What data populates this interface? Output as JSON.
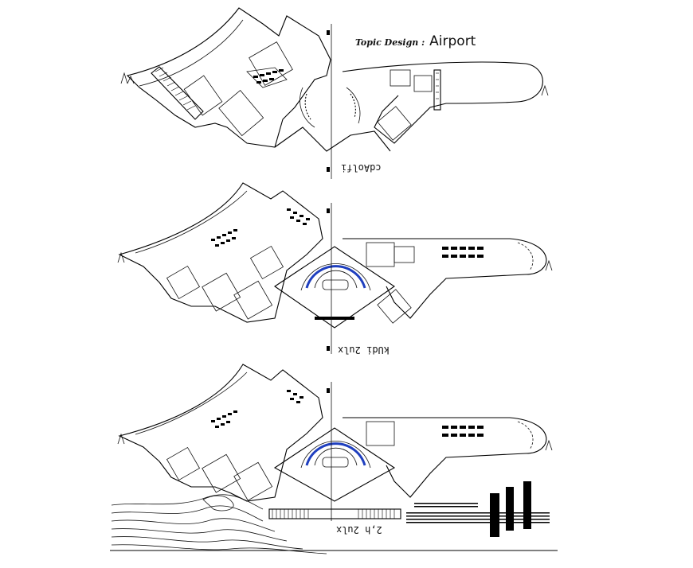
{
  "drawing": {
    "title_prefix": "Topic Design :",
    "title_main": "Airport",
    "plan_labels": [
      "cdAolfi",
      "kUdi 2ulx",
      "2,h 2ulx"
    ],
    "colors": {
      "line": "#111111",
      "accent_blue": "#1f3fbf",
      "background": "#ffffff"
    }
  }
}
